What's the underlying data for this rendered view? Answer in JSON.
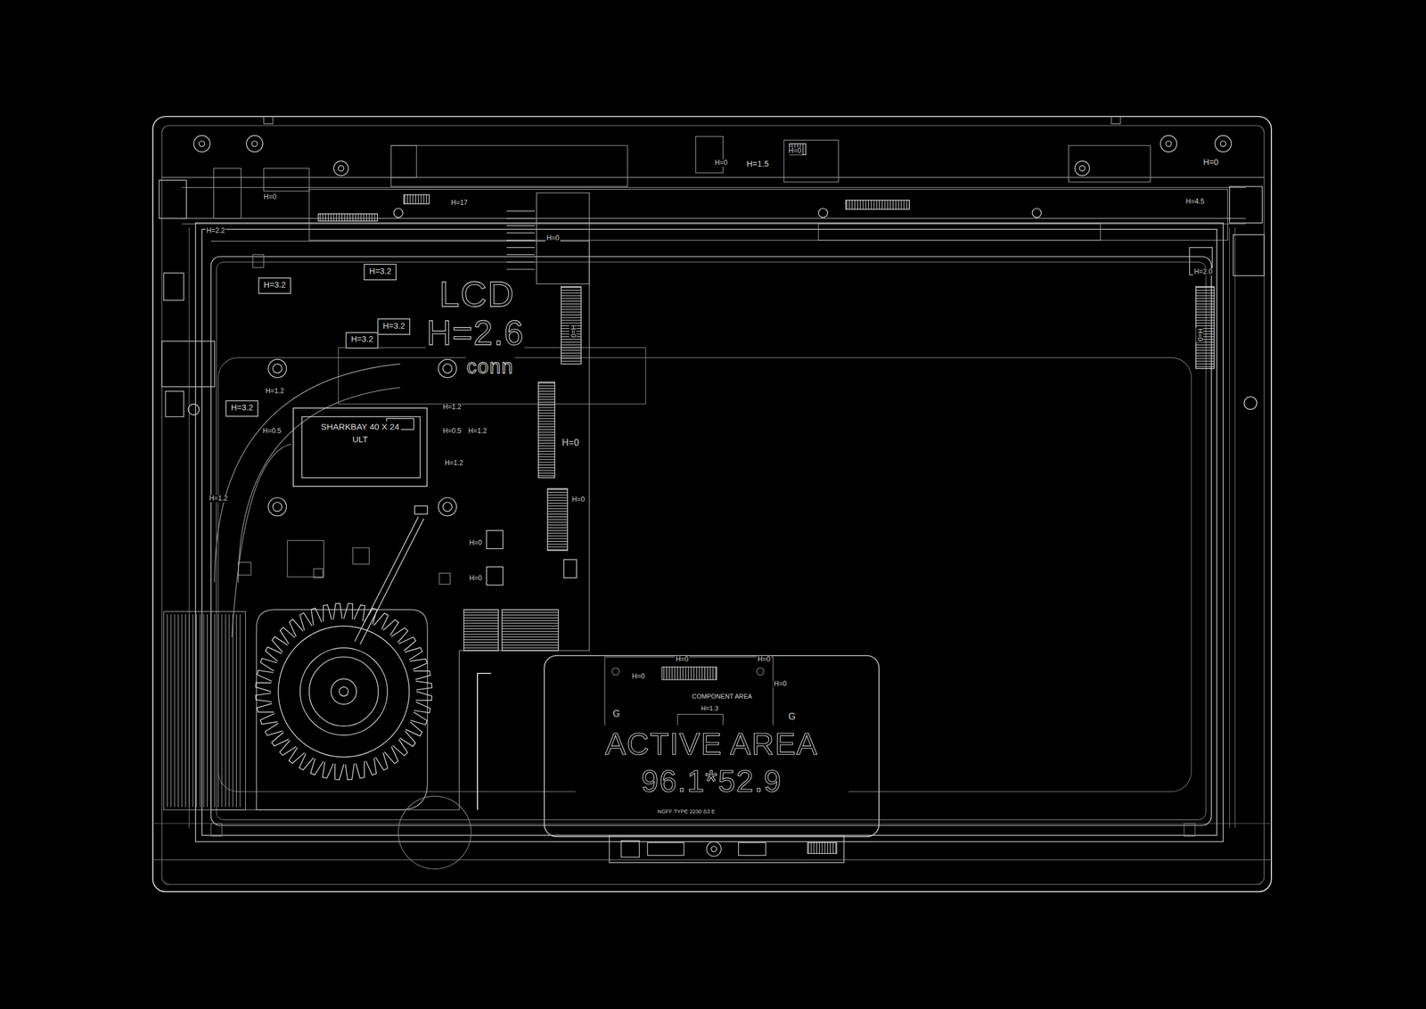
{
  "diagram": {
    "nodes": [
      {
        "text": [
          "H=3.2"
        ]
      },
      {
        "text": [
          "H=3.2"
        ]
      },
      {
        "text": [
          "H=3.2"
        ]
      },
      {
        "text": [
          "H=3.2"
        ]
      },
      {
        "text": [
          "H=3.2"
        ]
      },
      {
        "text": [
          "SHARKBAY 40 X 24",
          "ULT"
        ]
      },
      {
        "text": [
          "ACTIVE AREA 96.1*52.9"
        ]
      }
    ],
    "labels": [
      "H=0",
      "H=17",
      "H=0",
      "LCD",
      "H=2.6",
      "H=0",
      "H=1.2",
      "H=1.2",
      "H=0.5",
      "H=1.2",
      "H=0.5",
      "H=1.2",
      "H=1.2",
      "H=0",
      "H=0",
      "H=0",
      "H=0",
      "H=0",
      "H=0",
      "H=0",
      "H=0",
      "G",
      "G",
      "COMPONENT AREA",
      "H=1.3",
      "NGFF TYPE 2230 S3 E",
      "H=1.5",
      "H=0",
      "H=0",
      "H=0",
      "H=4.5",
      "H=2.0",
      "H=0",
      "H=2.2",
      "conn"
    ]
  }
}
